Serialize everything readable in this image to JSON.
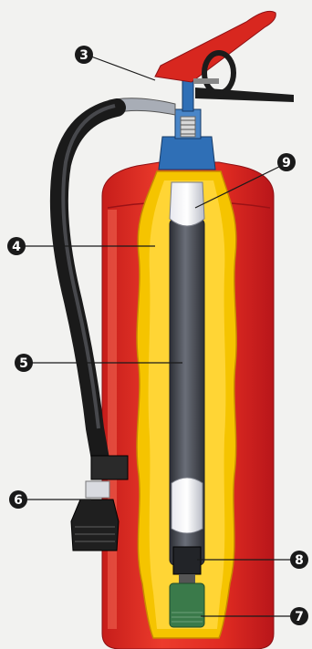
{
  "diagram": {
    "callouts": [
      {
        "label": "3",
        "id": "callout-3"
      },
      {
        "label": "4",
        "id": "callout-4"
      },
      {
        "label": "5",
        "id": "callout-5"
      },
      {
        "label": "6",
        "id": "callout-6"
      },
      {
        "label": "7",
        "id": "callout-7"
      },
      {
        "label": "8",
        "id": "callout-8"
      },
      {
        "label": "9",
        "id": "callout-9"
      }
    ]
  },
  "colors": {
    "shell_red": "#e32a22",
    "shell_dark_red": "#b0151a",
    "powder_yellow": "#f5c400",
    "handle_red": "#d8271f",
    "tube_gray": "#4a4d55",
    "valve_blue": "#2f6fb6",
    "hose_black": "#2a2a2a",
    "gas_green": "#3a7a4a",
    "callout_black": "#1a1a1a"
  }
}
